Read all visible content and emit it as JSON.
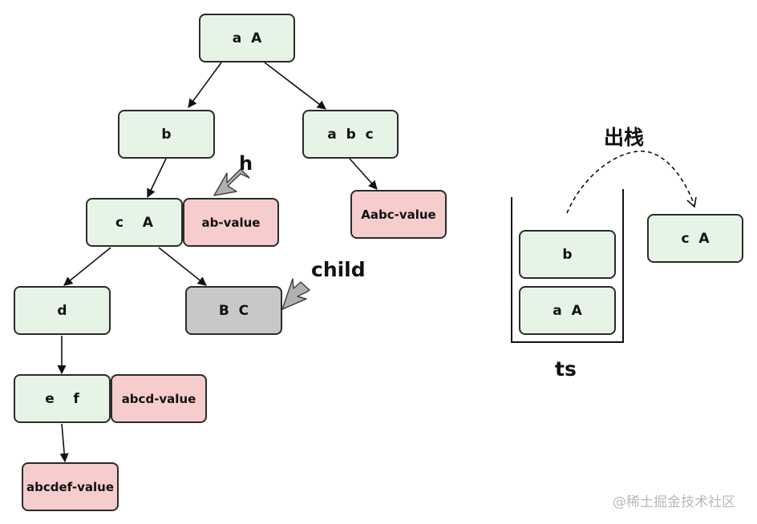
{
  "tree": {
    "root": "a  A",
    "node_b": "b",
    "node_abc": "a  b  c",
    "node_cA": "c    A",
    "node_d": "d",
    "node_bc": "B  C",
    "node_ef": "e    f",
    "value_ab": "ab-value",
    "value_abc": "Aabc-value",
    "value_abcd": "abcd-value",
    "value_abcdef": "abcdef-value"
  },
  "pointers": {
    "h_label": "h",
    "child_label": "child"
  },
  "stack": {
    "pop_label": "出栈",
    "top_item": "b",
    "bottom_item": "a  A",
    "popped_item": "c  A",
    "name": "ts"
  },
  "watermark": "@稀土掘金技术社区",
  "colors": {
    "node_fill": "#e6f4e6",
    "value_fill": "#f6cccc",
    "removed_fill": "#c8c8c8",
    "cross": "#e01818"
  }
}
